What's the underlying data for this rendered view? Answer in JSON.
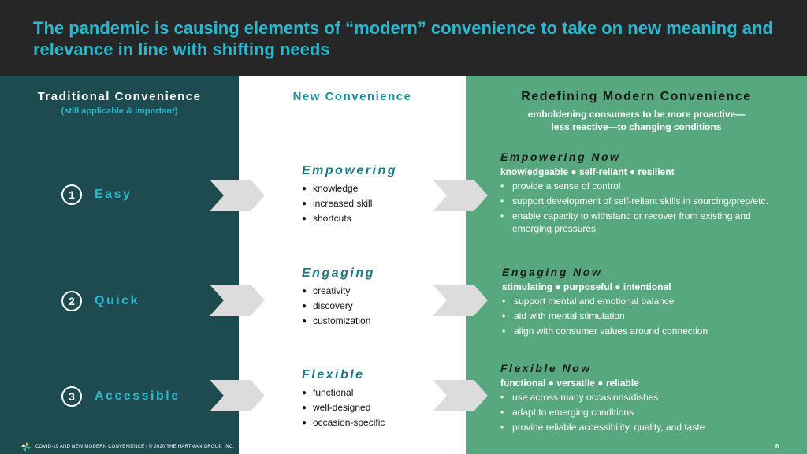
{
  "title": "The pandemic is causing elements of “modern” convenience to take on new meaning and relevance in line with shifting needs",
  "traditional": {
    "heading": "Traditional Convenience",
    "subheading": "(still applicable & important)",
    "items": [
      {
        "number": "1",
        "label": "Easy"
      },
      {
        "number": "2",
        "label": "Quick"
      },
      {
        "number": "3",
        "label": "Accessible"
      }
    ]
  },
  "new_convenience": {
    "heading": "New Convenience",
    "blocks": [
      {
        "title": "Empowering",
        "bullets": [
          "knowledge",
          "increased skill",
          "shortcuts"
        ]
      },
      {
        "title": "Engaging",
        "bullets": [
          "creativity",
          "discovery",
          "customization"
        ]
      },
      {
        "title": "Flexible",
        "bullets": [
          "functional",
          "well-designed",
          "occasion-specific"
        ]
      }
    ]
  },
  "redefining": {
    "heading": "Redefining Modern Convenience",
    "subheading_line1": "emboldening consumers to be more proactive—",
    "subheading_line2": "less reactive—to changing conditions",
    "blocks": [
      {
        "title": "Empowering Now",
        "tagline": "knowledgeable ● self-reliant ● resilient",
        "bullets": [
          "provide a sense of control",
          "support development of self-reliant skills in sourcing/prep/etc.",
          "enable capacity to withstand or recover from existing and emerging pressures"
        ]
      },
      {
        "title": "Engaging Now",
        "tagline": "stimulating ● purposeful ● intentional",
        "bullets": [
          "support mental and emotional balance",
          "aid with mental stimulation",
          "align with consumer values around connection"
        ]
      },
      {
        "title": "Flexible Now",
        "tagline": "functional ● versatile ● reliable",
        "bullets": [
          "use across many occasions/dishes",
          "adapt to emerging conditions",
          "provide reliable accessibility, quality, and taste"
        ]
      }
    ]
  },
  "footer": {
    "text": "COVID-19 AND NEW MODERN CONVENIENCE | © 2020 THE HARTMAN GROUP, INC.",
    "page_number": "6"
  },
  "colors": {
    "header_bg": "#262626",
    "title": "#29b8cf",
    "left_bg": "#1e4b50",
    "right_bg": "#57a87e",
    "accent_teal": "#1e7884",
    "chevron": "#dcdcdc"
  },
  "icons": {
    "chevron": "chevron-right-arrow",
    "logo": "pinwheel-logo"
  }
}
